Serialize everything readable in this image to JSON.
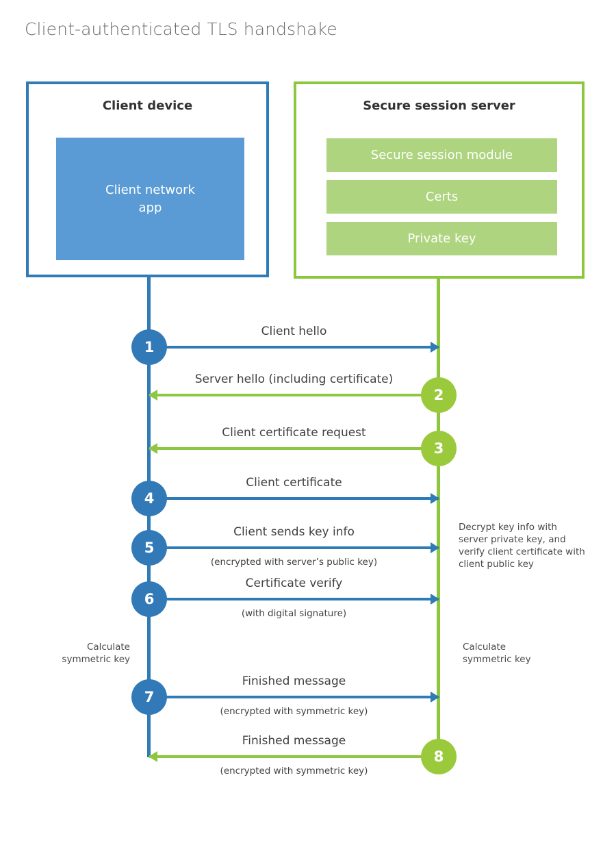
{
  "page": {
    "title": "Client-authenticated TLS handshake"
  },
  "colors": {
    "client_border": "#2E7BB5",
    "client_fill": "#5B9BD5",
    "client_circle": "#3279B8",
    "server_border": "#8DC63F",
    "server_fill": "#AED47F",
    "server_circle": "#9ACA3C",
    "text": "#404040",
    "title_text": "#6b6b6b",
    "background": "#ffffff"
  },
  "actors": {
    "client": {
      "title": "Client device",
      "app_label": "Client network\napp"
    },
    "server": {
      "title": "Secure session server",
      "components": [
        "Secure session module",
        "Certs",
        "Private key"
      ]
    }
  },
  "messages": [
    {
      "step": "1",
      "label": "Client hello",
      "sublabel": "",
      "direction": "client-to-server",
      "origin": "client"
    },
    {
      "step": "2",
      "label": "Server hello (including certificate)",
      "sublabel": "",
      "direction": "server-to-client",
      "origin": "server"
    },
    {
      "step": "3",
      "label": "Client certificate request",
      "sublabel": "",
      "direction": "server-to-client",
      "origin": "server"
    },
    {
      "step": "4",
      "label": "Client certificate",
      "sublabel": "",
      "direction": "client-to-server",
      "origin": "client"
    },
    {
      "step": "5",
      "label": "Client sends key info",
      "sublabel": "(encrypted with server’s public key)",
      "direction": "client-to-server",
      "origin": "client"
    },
    {
      "step": "6",
      "label": "Certificate verify",
      "sublabel": "(with digital signature)",
      "direction": "client-to-server",
      "origin": "client"
    },
    {
      "step": "7",
      "label": "Finished message",
      "sublabel": "(encrypted with symmetric key)",
      "direction": "client-to-server",
      "origin": "client"
    },
    {
      "step": "8",
      "label": "Finished message",
      "sublabel": "(encrypted with symmetric key)",
      "direction": "server-to-client",
      "origin": "server"
    }
  ],
  "notes": {
    "decrypt": "Decrypt key info with server private key, and verify client certificate with client public key",
    "calculate_client": "Calculate\nsymmetric key",
    "calculate_server": "Calculate\nsymmetric key"
  }
}
